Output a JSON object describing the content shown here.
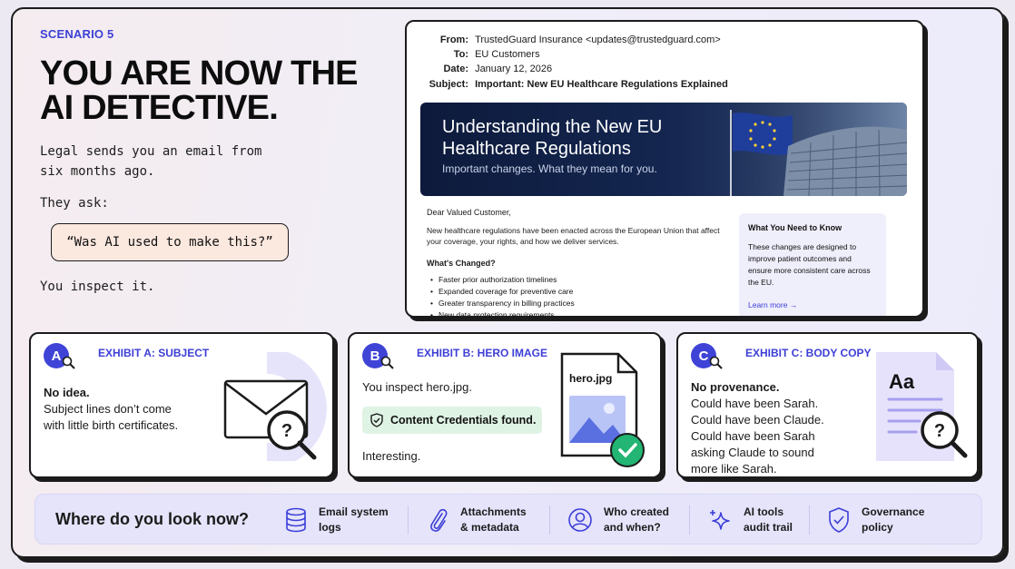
{
  "scenario_label": "SCENARIO 5",
  "headline": "YOU ARE NOW THE AI DETECTIVE.",
  "intro": "Legal sends you an email from six months ago.",
  "ask": "They ask:",
  "quote": "“Was AI used to make this?”",
  "inspect": "You inspect it.",
  "email": {
    "from_label": "From:",
    "from": "TrustedGuard Insurance <updates@trustedguard.com>",
    "to_label": "To:",
    "to": "EU Customers",
    "date_label": "Date:",
    "date": "January 12, 2026",
    "subject_label": "Subject:",
    "subject": "Important: New EU Healthcare Regulations Explained",
    "hero_title": "Understanding the New EU Healthcare Regulations",
    "hero_sub": "Important changes. What they mean for you.",
    "greeting": "Dear Valued Customer,",
    "body": "New healthcare regulations have been enacted across the European Union that affect your coverage, your rights, and how we deliver services.",
    "changed_title": "What's Changed?",
    "bullets": [
      "Faster prior authorization timelines",
      "Expanded coverage for preventive care",
      "Greater transparency in billing practices",
      "New data protection requirements"
    ],
    "side_title": "What You Need to Know",
    "side_body": "These changes are designed to improve patient outcomes and ensure more consistent care across the EU.",
    "side_link": "Learn more →"
  },
  "exhibits": [
    {
      "letter": "A",
      "title": "EXHIBIT A: SUBJECT",
      "line1": "No idea.",
      "line2": "Subject lines don’t come",
      "line3": "with little birth certificates.",
      "icon": "envelope-magnifier-icon"
    },
    {
      "letter": "B",
      "title": "EXHIBIT B: HERO IMAGE",
      "line1": "You inspect hero.jpg.",
      "credentials": "Content Credentials found.",
      "line3": "Interesting.",
      "file_label": "hero.jpg",
      "icon": "image-file-check-icon"
    },
    {
      "letter": "C",
      "title": "EXHIBIT C: BODY COPY",
      "line1": "No provenance.",
      "line2": "Could have been Sarah.",
      "line3": "Could have been Claude.",
      "line4": "Could have been Sarah",
      "line5": "asking Claude to sound",
      "line6": "more like Sarah.",
      "doc_label": "Aa",
      "icon": "document-magnifier-icon"
    }
  ],
  "bottom": {
    "title": "Where do you look now?",
    "items": [
      {
        "l1": "Email system",
        "l2": "logs",
        "icon": "database-icon"
      },
      {
        "l1": "Attachments",
        "l2": "& metadata",
        "icon": "paperclip-icon"
      },
      {
        "l1": "Who created",
        "l2": "and when?",
        "icon": "user-icon"
      },
      {
        "l1": "AI tools",
        "l2": "audit trail",
        "icon": "sparkle-icon"
      },
      {
        "l1": "Governance",
        "l2": "policy",
        "icon": "shield-check-icon"
      }
    ]
  },
  "colors": {
    "accent": "#3d3fd6",
    "quote_bg": "#fbe8df",
    "credentials_bg": "#dff3e5",
    "check_green": "#22b573"
  }
}
